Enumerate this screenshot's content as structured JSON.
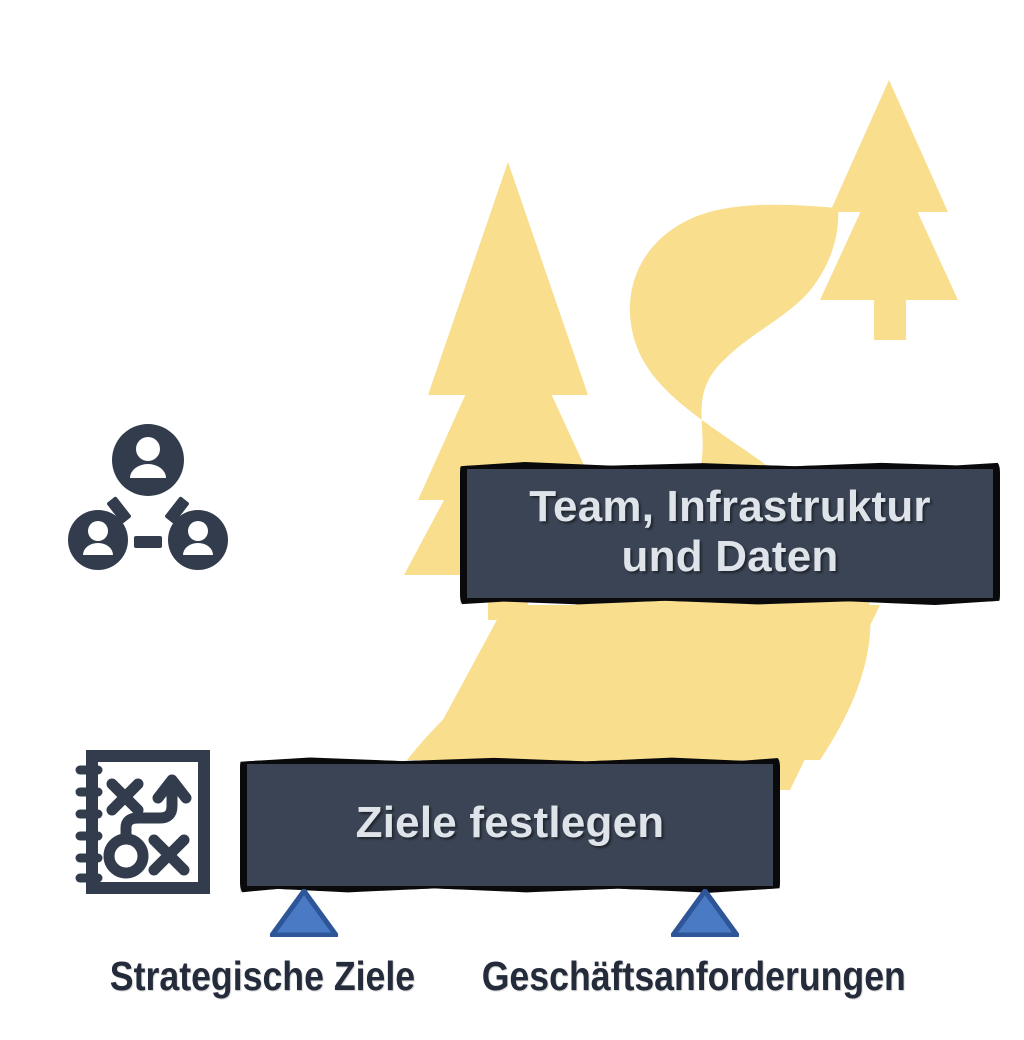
{
  "diagram": {
    "title_implied": "Roadmap zur Zielerreichung",
    "background_color": "#ffffff",
    "accent_yellow": "#f8de8d",
    "banner_fill": "#3a4454",
    "banner_border": "#0a0a0c",
    "banner_text_color": "#dfe4ea",
    "label_text_color": "#242b3a",
    "triangle_fill": "#4a7ac4",
    "triangle_border": "#2d5597",
    "icon_color": "#323c4d"
  },
  "banners": [
    {
      "id": "upper",
      "text": "Team, Infrastruktur und Daten",
      "line1": "Team, Infrastruktur",
      "line2": "und Daten"
    },
    {
      "id": "lower",
      "text": "Ziele festlegen"
    }
  ],
  "icons": [
    {
      "name": "team-network-icon",
      "label": "Team"
    },
    {
      "name": "strategy-playbook-icon",
      "label": "Strategie"
    }
  ],
  "foundation_labels": [
    {
      "text": "Strategische Ziele"
    },
    {
      "text": "Geschäftsanforderungen"
    }
  ],
  "scenery": {
    "tree_left": "pine-tree",
    "tree_right": "pine-tree",
    "path": "winding-road"
  }
}
